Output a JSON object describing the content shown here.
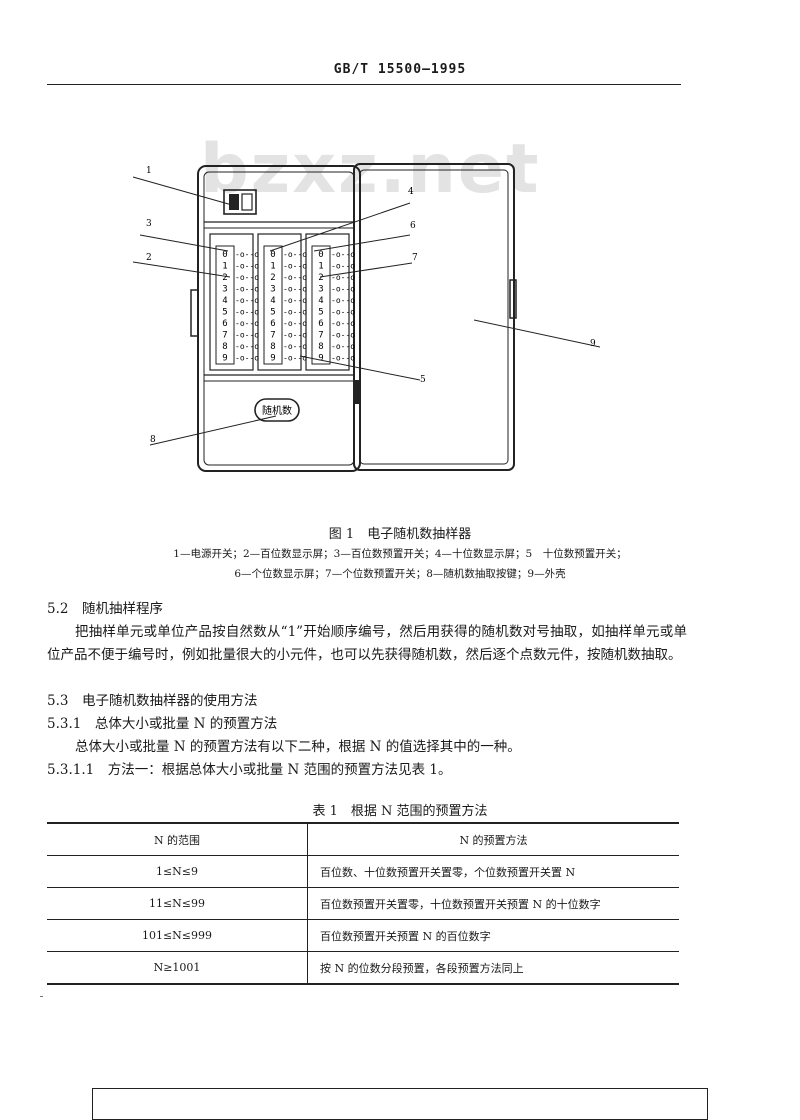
{
  "header": {
    "standard_number": "GB/T  15500—1995"
  },
  "watermark": "bzxz.net",
  "figure": {
    "callouts": [
      "1",
      "2",
      "3",
      "4",
      "5",
      "6",
      "7",
      "8",
      "9"
    ],
    "display_digits": [
      "0",
      "1",
      "2",
      "3",
      "4",
      "5",
      "6",
      "7",
      "8",
      "9"
    ],
    "button_label": "随机数",
    "caption": "图 1　电子随机数抽样器",
    "legend_line1": "1—电源开关；2—百位数显示屏；3—百位数预置开关；4—十位数显示屏；5　十位数预置开关；",
    "legend_line2": "6—个位数显示屏；7—个位数预置开关；8—随机数抽取按键；9—外壳"
  },
  "sections": {
    "s5_2_heading": "5.2　随机抽样程序",
    "s5_2_body": "把抽样单元或单位产品按自然数从“1”开始顺序编号，然后用获得的随机数对号抽取，如抽样单元或单位产品不便于编号时，例如批量很大的小元件，也可以先获得随机数，然后逐个点数元件，按随机数抽取。",
    "s5_3_heading": "5.3　电子随机数抽样器的使用方法",
    "s5_3_1_heading": "5.3.1　总体大小或批量 N 的预置方法",
    "s5_3_1_body": "总体大小或批量 N 的预置方法有以下二种，根据 N 的值选择其中的一种。",
    "s5_3_1_1_heading": "5.3.1.1　方法一：根据总体大小或批量 N 范围的预置方法见表 1。"
  },
  "table1": {
    "title": "表 1　根据 N 范围的预置方法",
    "headers": [
      "N 的范围",
      "N 的预置方法"
    ],
    "rows": [
      [
        "1≤N≤9",
        "百位数、十位数预置开关置零，个位数预置开关置 N"
      ],
      [
        "11≤N≤99",
        "百位数预置开关置零，十位数预置开关预置 N 的十位数字"
      ],
      [
        "101≤N≤999",
        "百位数预置开关预置 N 的百位数字"
      ],
      [
        "N≥1001",
        "按 N 的位数分段预置，各段预置方法同上"
      ]
    ]
  }
}
